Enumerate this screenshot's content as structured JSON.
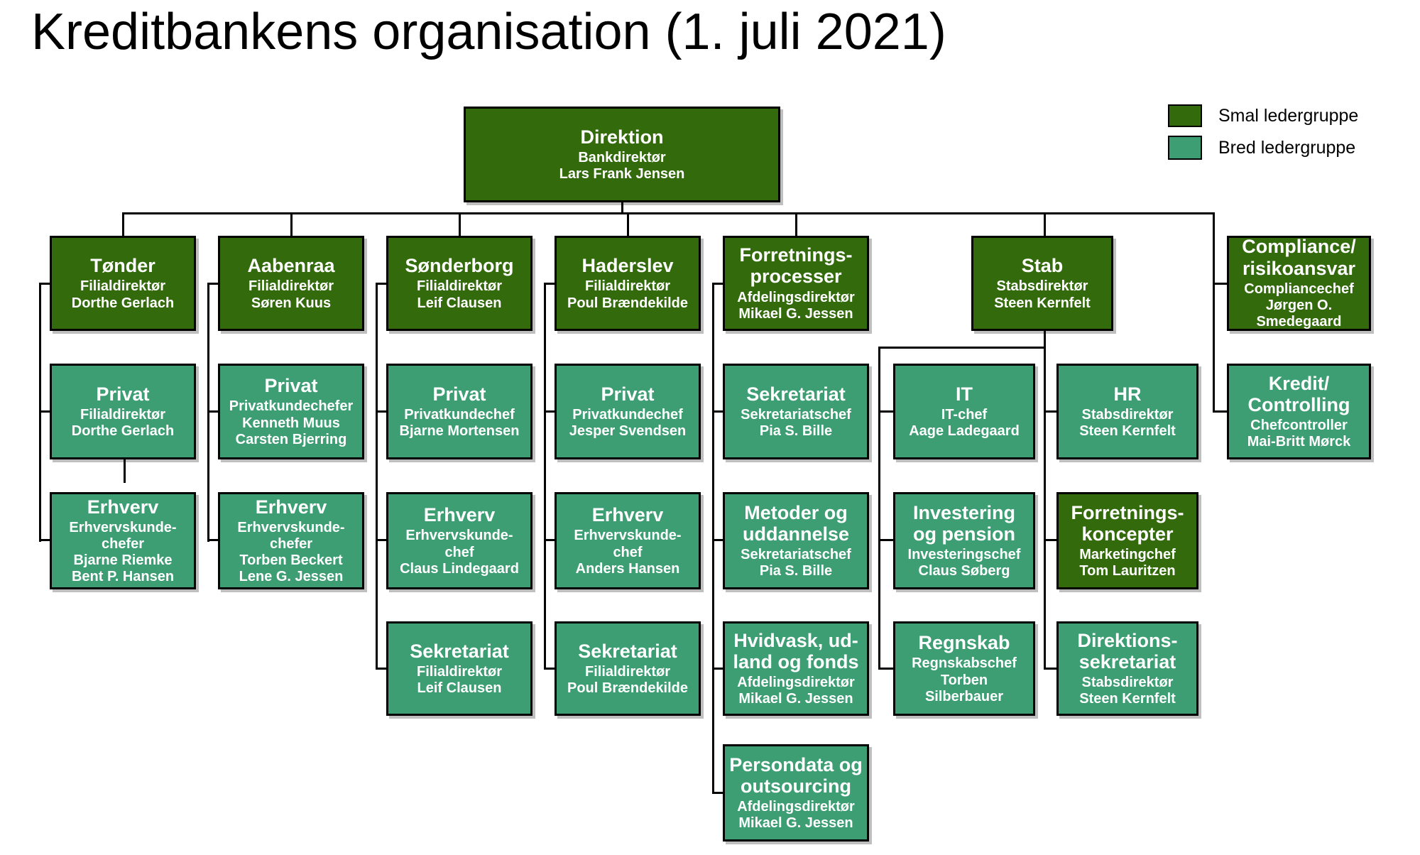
{
  "title": "Kreditbankens organisation (1. juli 2021)",
  "colors": {
    "smal": "#336B0C",
    "bred": "#3D9E74",
    "line": "#000000",
    "box_text": "#ffffff"
  },
  "legend": {
    "items": [
      {
        "id": "smal",
        "label": "Smal ledergruppe",
        "color": "#336B0C"
      },
      {
        "id": "bred",
        "label": "Bred ledergruppe",
        "color": "#3D9E74"
      }
    ]
  },
  "org": {
    "nodes": [
      {
        "id": "direktion",
        "group": "smal",
        "title_lines": [
          "Direktion"
        ],
        "sub_lines": [
          "Bankdirektør",
          "Lars Frank Jensen"
        ]
      },
      {
        "id": "toender",
        "group": "smal",
        "title_lines": [
          "Tønder"
        ],
        "sub_lines": [
          "Filialdirektør",
          "Dorthe Gerlach"
        ]
      },
      {
        "id": "aabenraa",
        "group": "smal",
        "title_lines": [
          "Aabenraa"
        ],
        "sub_lines": [
          "Filialdirektør",
          "Søren Kuus"
        ]
      },
      {
        "id": "soenderborg",
        "group": "smal",
        "title_lines": [
          "Sønderborg"
        ],
        "sub_lines": [
          "Filialdirektør",
          "Leif Clausen"
        ]
      },
      {
        "id": "haderslev",
        "group": "smal",
        "title_lines": [
          "Haderslev"
        ],
        "sub_lines": [
          "Filialdirektør",
          "Poul Brændekilde"
        ]
      },
      {
        "id": "forretningsprocesser",
        "group": "smal",
        "title_lines": [
          "Forretnings-",
          "processer"
        ],
        "sub_lines": [
          "Afdelingsdirektør",
          "Mikael  G. Jessen"
        ]
      },
      {
        "id": "stab",
        "group": "smal",
        "title_lines": [
          "Stab"
        ],
        "sub_lines": [
          "Stabsdirektør",
          "Steen Kernfelt"
        ]
      },
      {
        "id": "compliance-risikoansvar",
        "group": "smal",
        "title_lines": [
          "Compliance/",
          "risikoansvar"
        ],
        "sub_lines": [
          "Compliancechef",
          "Jørgen O.",
          "Smedegaard"
        ]
      },
      {
        "id": "privat-toender",
        "group": "bred",
        "title_lines": [
          "Privat"
        ],
        "sub_lines": [
          "Filialdirektør",
          "Dorthe Gerlach"
        ]
      },
      {
        "id": "privat-aabenraa",
        "group": "bred",
        "title_lines": [
          "Privat"
        ],
        "sub_lines": [
          "Privatkundechefer",
          "Kenneth Muus",
          "Carsten Bjerring"
        ]
      },
      {
        "id": "privat-soenderborg",
        "group": "bred",
        "title_lines": [
          "Privat"
        ],
        "sub_lines": [
          "Privatkundechef",
          "Bjarne Mortensen"
        ]
      },
      {
        "id": "privat-haderslev",
        "group": "bred",
        "title_lines": [
          "Privat"
        ],
        "sub_lines": [
          "Privatkundechef",
          "Jesper Svendsen"
        ]
      },
      {
        "id": "sekretariat-fp",
        "group": "bred",
        "title_lines": [
          "Sekretariat"
        ],
        "sub_lines": [
          "Sekretariatschef",
          "Pia S. Bille"
        ]
      },
      {
        "id": "it",
        "group": "bred",
        "title_lines": [
          "IT"
        ],
        "sub_lines": [
          "IT-chef",
          "Aage Ladegaard"
        ]
      },
      {
        "id": "hr",
        "group": "bred",
        "title_lines": [
          "HR"
        ],
        "sub_lines": [
          "Stabsdirektør",
          "Steen Kernfelt"
        ]
      },
      {
        "id": "kredit-controlling",
        "group": "bred",
        "title_lines": [
          "Kredit/",
          "Controlling"
        ],
        "sub_lines": [
          "Chefcontroller",
          "Mai-Britt Mørck"
        ]
      },
      {
        "id": "erhverv-toender",
        "group": "bred",
        "title_lines": [
          "Erhverv"
        ],
        "sub_lines": [
          "Erhvervskunde-",
          "chefer",
          "Bjarne Riemke",
          "Bent P. Hansen"
        ]
      },
      {
        "id": "erhverv-aabenraa",
        "group": "bred",
        "title_lines": [
          "Erhverv"
        ],
        "sub_lines": [
          "Erhvervskunde-",
          "chefer",
          "Torben Beckert",
          "Lene G. Jessen"
        ]
      },
      {
        "id": "erhverv-soenderborg",
        "group": "bred",
        "title_lines": [
          "Erhverv"
        ],
        "sub_lines": [
          "Erhvervskunde-",
          "chef",
          "Claus Lindegaard"
        ]
      },
      {
        "id": "erhverv-haderslev",
        "group": "bred",
        "title_lines": [
          "Erhverv"
        ],
        "sub_lines": [
          "Erhvervskunde-",
          "chef",
          "Anders Hansen"
        ]
      },
      {
        "id": "metoder-uddannelse",
        "group": "bred",
        "title_lines": [
          "Metoder og",
          "uddannelse"
        ],
        "sub_lines": [
          "Sekretariatschef",
          "Pia S. Bille"
        ]
      },
      {
        "id": "investering-pension",
        "group": "bred",
        "title_lines": [
          "Investering",
          "og pension"
        ],
        "sub_lines": [
          "Investeringschef",
          "Claus Søberg"
        ]
      },
      {
        "id": "forretningskoncepter",
        "group": "smal",
        "title_lines": [
          "Forretnings-",
          "koncepter"
        ],
        "sub_lines": [
          "Marketingchef",
          "Tom Lauritzen"
        ]
      },
      {
        "id": "sekretariat-soenderborg",
        "group": "bred",
        "title_lines": [
          "Sekretariat"
        ],
        "sub_lines": [
          "Filialdirektør",
          "Leif Clausen"
        ]
      },
      {
        "id": "sekretariat-haderslev",
        "group": "bred",
        "title_lines": [
          "Sekretariat"
        ],
        "sub_lines": [
          "Filialdirektør",
          "Poul Brændekilde"
        ]
      },
      {
        "id": "hvidvask-udland-fonds",
        "group": "bred",
        "title_lines": [
          "Hvidvask, ud-",
          "land og fonds"
        ],
        "sub_lines": [
          "Afdelingsdirektør",
          "Mikael G. Jessen"
        ]
      },
      {
        "id": "regnskab",
        "group": "bred",
        "title_lines": [
          "Regnskab"
        ],
        "sub_lines": [
          "Regnskabschef",
          "Torben",
          "Silberbauer"
        ]
      },
      {
        "id": "direktionssekretariat",
        "group": "bred",
        "title_lines": [
          "Direktions-",
          "sekretariat"
        ],
        "sub_lines": [
          "Stabsdirektør",
          "Steen Kernfelt"
        ]
      },
      {
        "id": "persondata-outsourcing",
        "group": "bred",
        "title_lines": [
          "Persondata og",
          "outsourcing"
        ],
        "sub_lines": [
          "Afdelingsdirektør",
          "Mikael G. Jessen"
        ]
      }
    ]
  }
}
